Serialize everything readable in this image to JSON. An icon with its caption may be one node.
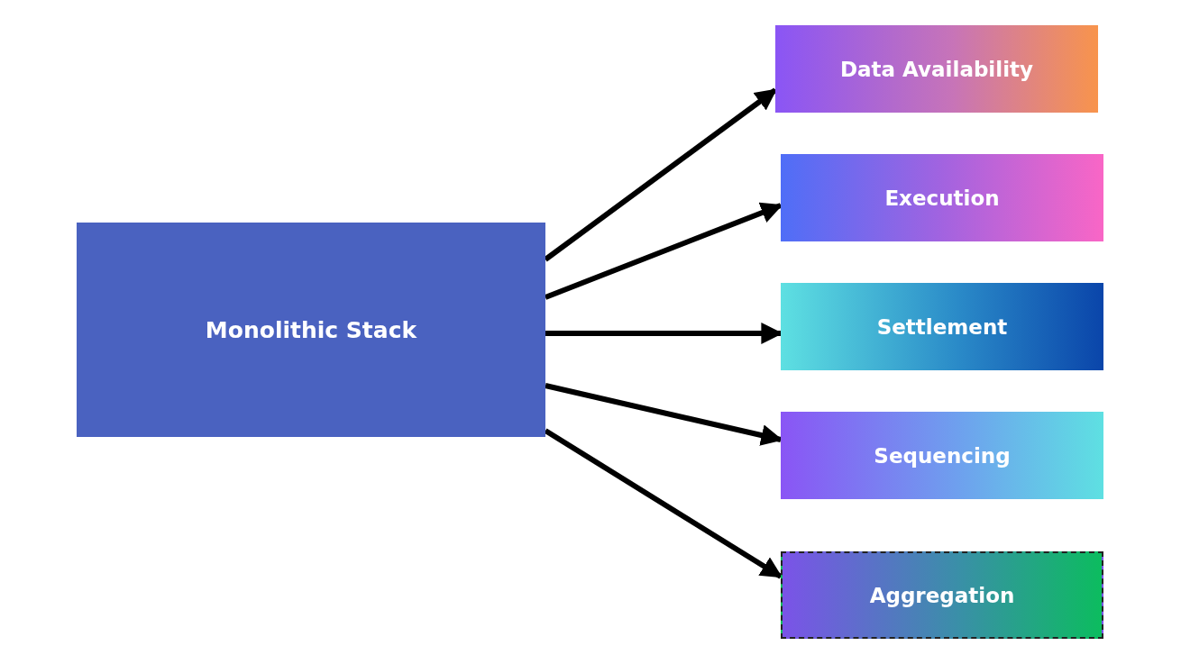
{
  "diagram": {
    "nodes": [
      {
        "text": [
          "Monolithic Stack"
        ]
      },
      {
        "text": [
          "Data Availability"
        ]
      },
      {
        "text": [
          "Execution"
        ]
      },
      {
        "text": [
          "Settlement"
        ]
      },
      {
        "text": [
          "Sequencing"
        ]
      },
      {
        "text": [
          "Aggregation"
        ]
      }
    ],
    "edges": [
      {
        "from": 0,
        "to": 1,
        "arrow": "to"
      },
      {
        "from": 0,
        "to": 2,
        "arrow": "to"
      },
      {
        "from": 0,
        "to": 3,
        "arrow": "to"
      },
      {
        "from": 0,
        "to": 4,
        "arrow": "to"
      },
      {
        "from": 0,
        "to": 5,
        "arrow": "to"
      }
    ]
  }
}
